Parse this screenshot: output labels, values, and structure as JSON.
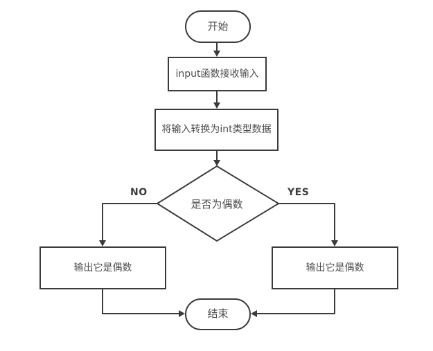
{
  "flowchart": {
    "background_color": "#ffffff",
    "stroke_color": "#3b3b3b",
    "text_color": "#4d4d4d",
    "nodes": {
      "start": {
        "type": "terminator",
        "label": "开始"
      },
      "input": {
        "type": "process",
        "label": "input函数接收输入"
      },
      "convert": {
        "type": "process",
        "label": "将输入转换为int类型数据"
      },
      "decision": {
        "type": "decision",
        "label": "是否为偶数"
      },
      "output_left": {
        "type": "process",
        "label": "输出它是偶数"
      },
      "output_right": {
        "type": "process",
        "label": "输出它是偶数"
      },
      "end": {
        "type": "terminator",
        "label": "结束"
      }
    },
    "branch_labels": {
      "no": "NO",
      "yes": "YES"
    }
  }
}
